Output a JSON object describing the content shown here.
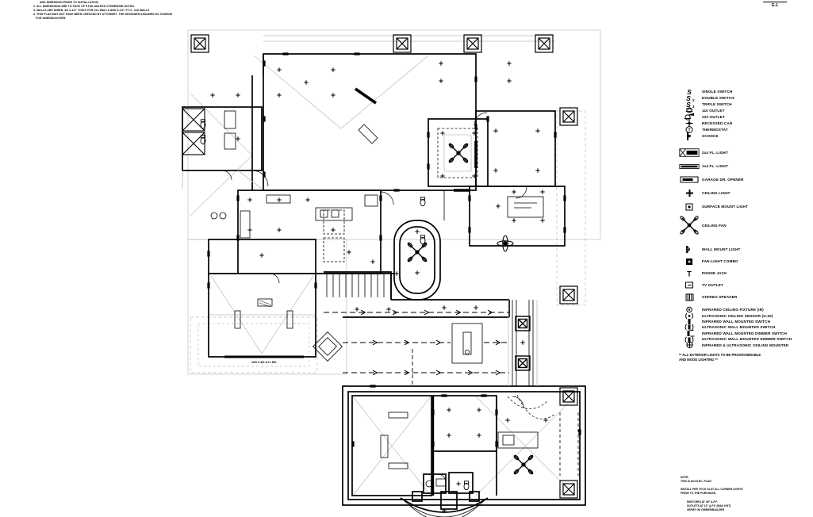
{
  "sheet": {
    "number": "E-1"
  },
  "notes_top": {
    "lines": [
      "AND DIMENSION PRIOR TO INSTALLATION.",
      "2. ALL DIMENSIONS ARE TO FACE OF STUD UNLESS OTHERWISE NOTED.",
      "3. WALLS ARE DIMEN. AS 3-1/2\" THICK FOR 2x4 WALLS AND 5-1/2\" P.T.C. 2x6 WALLS",
      "4. THIS PLAN MAY NOT HAVE BEEN CHECKED BY ATTORNEY. THE DESIGNER ASSUMES NO CHARGE",
      "   FOR DIMENSION ERR."
    ]
  },
  "legend": {
    "groups": [
      {
        "items": [
          {
            "icon": "single-switch-icon",
            "label": "SINGLE SWITCH"
          },
          {
            "icon": "double-switch-icon",
            "label": "DOUBLE SWITCH"
          },
          {
            "icon": "triple-switch-icon",
            "label": "TRIPLE SWITCH"
          },
          {
            "icon": "outlet-110-icon",
            "label": "110 OUTLET"
          },
          {
            "icon": "outlet-220-icon",
            "label": "220 OUTLET"
          },
          {
            "icon": "recessed-can-icon",
            "label": "RECESSED CAN"
          },
          {
            "icon": "thermostat-icon",
            "label": "THERMOSTAT"
          },
          {
            "icon": "sconce-icon",
            "label": "SCONCE"
          }
        ]
      },
      {
        "items": [
          {
            "icon": "fl-light-2x4-icon",
            "label": "2x4 FL. LIGHT"
          },
          {
            "icon": "fl-light-1x4-icon",
            "label": "1x4 FL. LIGHT"
          },
          {
            "icon": "garage-door-opener-icon",
            "label": "GARAGE DR. OPENER"
          },
          {
            "icon": "ceiling-light-icon",
            "label": "CEILING LIGHT"
          },
          {
            "icon": "surface-mount-light-icon",
            "label": "SURFACE MOUNT LIGHT"
          },
          {
            "icon": "ceiling-fan-icon",
            "label": "CEILING FAN"
          }
        ]
      },
      {
        "items": [
          {
            "icon": "wall-mount-light-icon",
            "label": "WALL MOUNT LIGHT"
          },
          {
            "icon": "fan-light-combo-icon",
            "label": "FAN-LIGHT COMBO"
          },
          {
            "icon": "phone-jack-icon",
            "label": "PHONE JACK"
          },
          {
            "icon": "tv-outlet-icon",
            "label": "TV OUTLET"
          },
          {
            "icon": "stereo-speaker-icon",
            "label": "STEREO SPEAKER"
          }
        ]
      },
      {
        "items": [
          {
            "icon": "ir-ceiling-fixture-icon",
            "label": "INFRARED CEILING FIXTURE (IR)"
          },
          {
            "icon": "us-ceiling-sensor-icon",
            "label": "ULTRASONIC CEILING SENSOR (U-40)"
          },
          {
            "icon": "ir-wall-switch-icon",
            "label": "INFRARED WALL MOUNTED SWITCH"
          },
          {
            "icon": "us-wall-switch-icon",
            "label": "ULTRASONIC WALL MOUNTED SWITCH"
          },
          {
            "icon": "ir-wall-dimmer-icon",
            "label": "INFRARED WALL MOUNTED DIMMER SWITCH"
          },
          {
            "icon": "us-wall-dimmer-icon",
            "label": "ULTRASONIC WALL MOUNTED DIMMER SWITCH"
          },
          {
            "icon": "ir-us-ceiling-icon",
            "label": "INFRARED & ULTRASONIC CEILING MOUNTED"
          }
        ]
      }
    ],
    "footnote_line1": "** ALL EXTERIOR LIGHTS TO BE PROGRAMMABLE",
    "footnote_line2": "AND MOOD LIGHTING **"
  },
  "notes_bottom": {
    "heading": "NOTE:",
    "lines": [
      "THIS IS AN ELEC. PLAN",
      "",
      "INSTALL PER TITLE 24 AT ALL CORNER LIGHTS",
      "PRIOR TO THE PURCHASE.",
      "",
      "  SWITCHES AT 48\" A.F.F.",
      "  OUTLETS AT 12\" A.F.F. (MAX HGT)",
      "  VERIFY W/ OWNER/BUILDER"
    ]
  },
  "plan_labels": {
    "garage_door": "16/0 X 8/0 O.H. DR."
  }
}
